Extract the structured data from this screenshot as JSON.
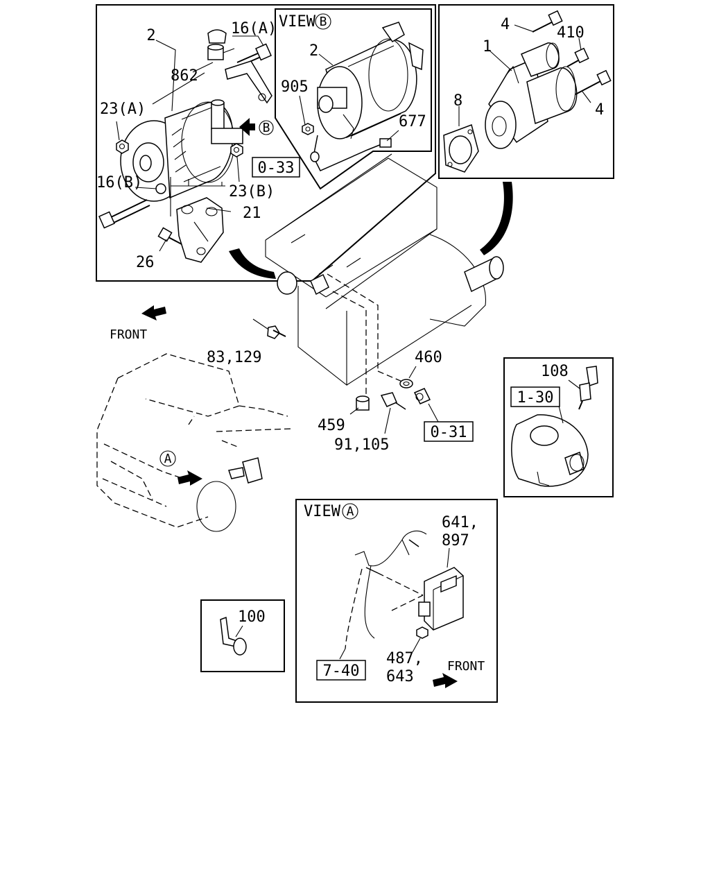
{
  "labels": {
    "alt_2": "2",
    "alt_16a": "16(A)",
    "alt_862": "862",
    "alt_23a": "23(A)",
    "alt_16b": "16(B)",
    "alt_23b": "23(B)",
    "alt_21": "21",
    "alt_26": "26",
    "alt_033": "0-33",
    "view_b_title": "VIEW",
    "view_b_marker": "B",
    "view_b_arrow_marker": "B",
    "vb_2": "2",
    "vb_905": "905",
    "vb_677": "677",
    "st_4_top": "4",
    "st_1": "1",
    "st_410": "410",
    "st_8": "8",
    "st_4_bottom": "4",
    "front_top": "FRONT",
    "eng_83_129": "83,129",
    "eng_460": "460",
    "eng_459": "459",
    "eng_91_105": "91,105",
    "eng_031": "0-31",
    "truck_marker": "A",
    "cl_108": "108",
    "cl_130": "1-30",
    "va_title": "VIEW",
    "va_marker": "A",
    "va_641_897_a": "641,",
    "va_641_897_b": "897",
    "va_487_643_a": "487,",
    "va_487_643_b": "643",
    "va_740": "7-40",
    "va_front": "FRONT",
    "cl_100": "100"
  }
}
